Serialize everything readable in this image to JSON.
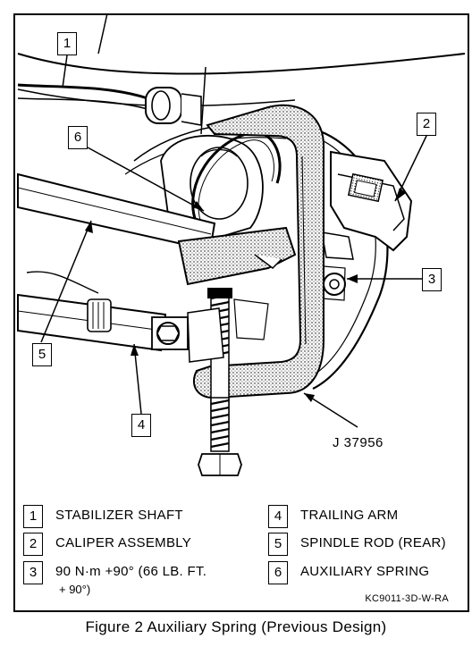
{
  "callouts": {
    "c1": "1",
    "c2": "2",
    "c3": "3",
    "c4": "4",
    "c5": "5",
    "c6": "6"
  },
  "tool_label": "J 37956",
  "legend": [
    {
      "num": "1",
      "text": "STABILIZER SHAFT"
    },
    {
      "num": "2",
      "text": "CALIPER ASSEMBLY"
    },
    {
      "num": "3",
      "text": "90 N·m  +90° (66 LB. FT.",
      "text2": "+ 90°)"
    },
    {
      "num": "4",
      "text": "TRAILING ARM"
    },
    {
      "num": "5",
      "text": "SPINDLE ROD (REAR)"
    },
    {
      "num": "6",
      "text": "AUXILIARY SPRING"
    }
  ],
  "figure_code": "KC9011-3D-W-RA",
  "caption": "Figure 2 Auxiliary Spring (Previous Design)"
}
